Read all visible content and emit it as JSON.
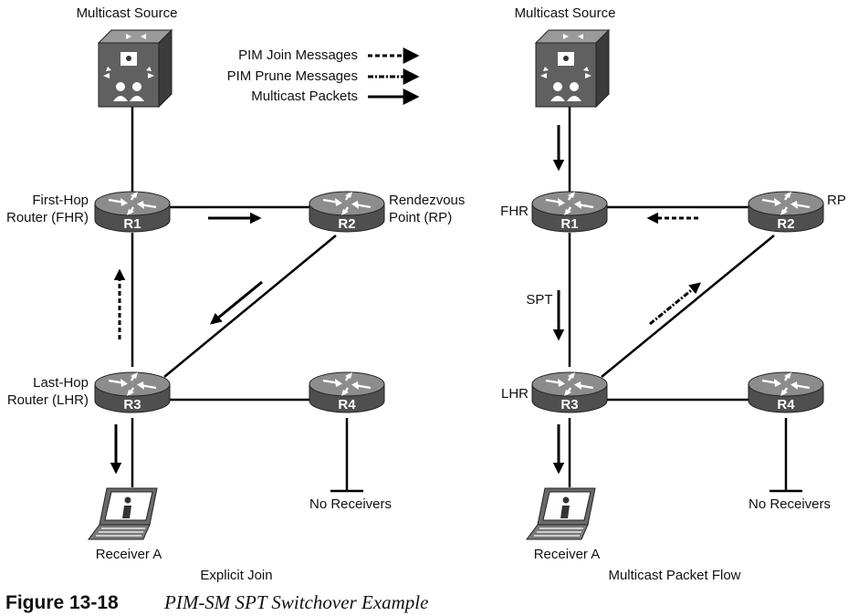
{
  "legend": {
    "join": "PIM Join Messages",
    "prune": "PIM Prune Messages",
    "packets": "Multicast Packets"
  },
  "left": {
    "source": "Multicast Source",
    "fhr_line1": "First-Hop",
    "fhr_line2": "Router (FHR)",
    "rp_line1": "Rendezvous",
    "rp_line2": "Point (RP)",
    "lhr_line1": "Last-Hop",
    "lhr_line2": "Router (LHR)",
    "r1": "R1",
    "r2": "R2",
    "r3": "R3",
    "r4": "R4",
    "no_receivers": "No Receivers",
    "receiver": "Receiver A",
    "caption": "Explicit Join"
  },
  "right": {
    "source": "Multicast Source",
    "fhr": "FHR",
    "rp": "RP",
    "lhr": "LHR",
    "spt": "SPT",
    "r1": "R1",
    "r2": "R2",
    "r3": "R3",
    "r4": "R4",
    "no_receivers": "No Receivers",
    "receiver": "Receiver A",
    "caption": "Multicast Packet Flow"
  },
  "figure": {
    "number": "Figure 13-18",
    "title": "PIM-SM SPT Switchover Example"
  },
  "colors": {
    "router_fill": "#555555",
    "router_top": "#8a8a8a",
    "line": "#000000"
  }
}
